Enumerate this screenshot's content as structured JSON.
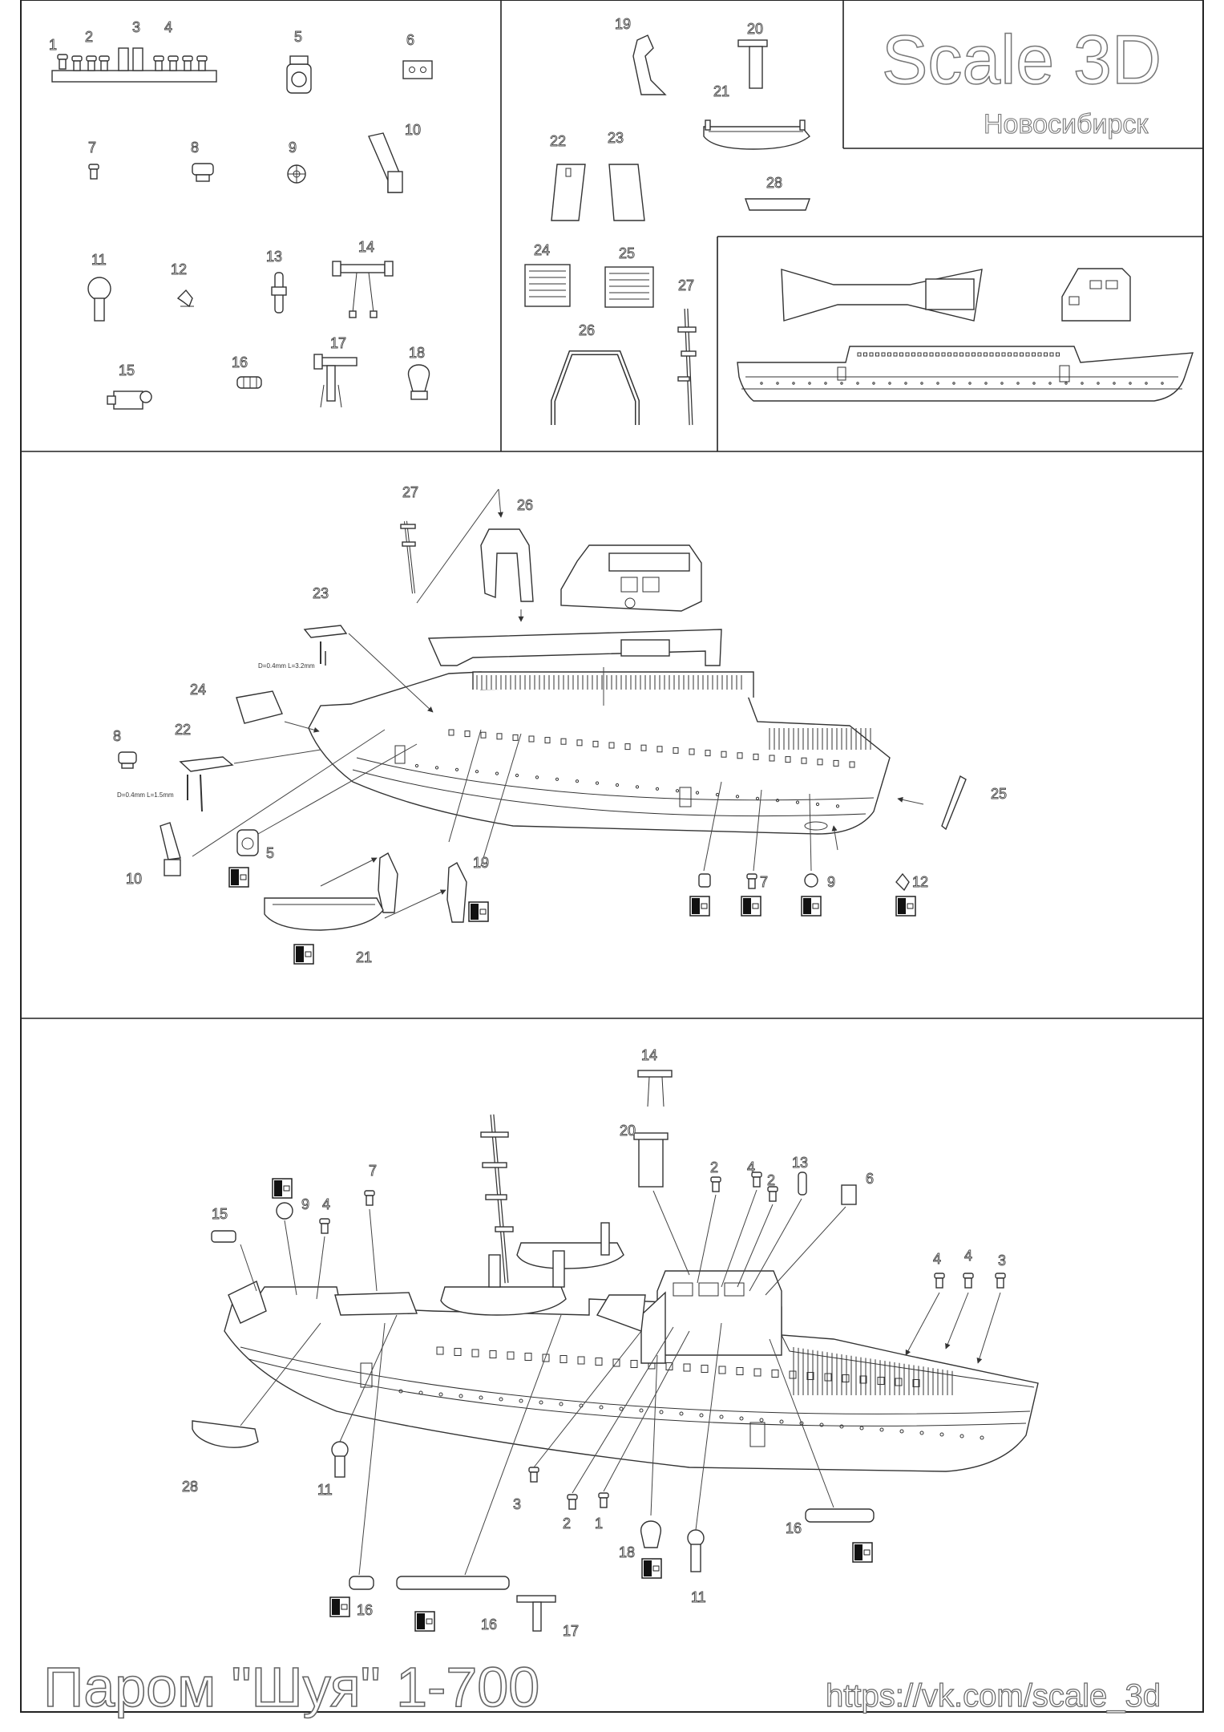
{
  "brand": {
    "name": "Scale 3D",
    "city": "Новосибирск"
  },
  "footer": {
    "title": "Паром \"Шуя\" 1-700",
    "url": "https://vk.com/scale_3d"
  },
  "parts_sheet": {
    "labels": [
      "1",
      "2",
      "3",
      "4",
      "5",
      "6",
      "7",
      "8",
      "9",
      "10",
      "11",
      "12",
      "13",
      "14",
      "15",
      "16",
      "17",
      "18",
      "19",
      "20",
      "21",
      "22",
      "23",
      "24",
      "25",
      "26",
      "27",
      "28"
    ]
  },
  "step1": {
    "labels": {
      "l27": "27",
      "l26": "26",
      "l23": "23",
      "l24": "24",
      "l8": "8",
      "l22": "22",
      "l10": "10",
      "l5": "5",
      "l21": "21",
      "l19": "19",
      "l25": "25",
      "l12": "12",
      "l7": "7",
      "l9": "9"
    },
    "dims": {
      "pin_a": "D=0.4mm L=3.2mm",
      "pin_b": "D=0.4mm L=1.5mm"
    }
  },
  "step2": {
    "labels": {
      "l14": "14",
      "l20": "20",
      "l2a": "2",
      "l4a": "4",
      "l2b": "2",
      "l13": "13",
      "l6": "6",
      "l7": "7",
      "l9": "9",
      "l4b": "4",
      "l15": "15",
      "l4c": "4",
      "l4d": "4",
      "l3a": "3",
      "l28": "28",
      "l11a": "11",
      "l3b": "3",
      "l2c": "2",
      "l1": "1",
      "l18": "18",
      "l11b": "11",
      "l16a": "16",
      "l16b": "16",
      "l16c": "16",
      "l17": "17"
    }
  },
  "colors": {
    "line": "#333333",
    "outline_text": "#777777",
    "paper": "#ffffff"
  }
}
